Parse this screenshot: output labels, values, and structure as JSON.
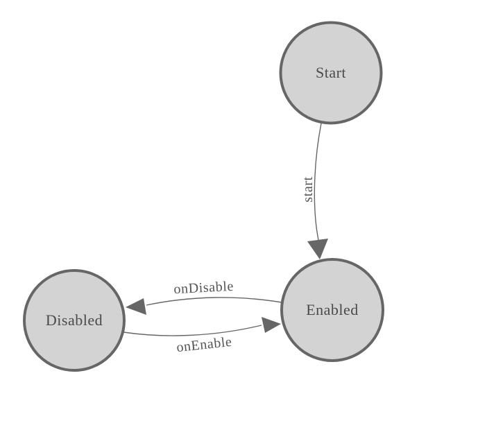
{
  "diagram": {
    "type": "state-machine",
    "background": "#ffffff",
    "colors": {
      "node_fill": "#d3d3d3",
      "node_stroke": "#666666",
      "node_text": "#4a4a4a",
      "edge_stroke": "#666666",
      "arrowhead_fill": "#666666",
      "edge_text": "#555555"
    },
    "nodes": [
      {
        "id": "start",
        "label": "Start"
      },
      {
        "id": "enabled",
        "label": "Enabled"
      },
      {
        "id": "disabled",
        "label": "Disabled"
      }
    ],
    "edges": [
      {
        "id": "start-to-enabled",
        "label": "start",
        "from": "Start",
        "to": "Enabled"
      },
      {
        "id": "enabled-to-disabled",
        "label": "onDisable",
        "from": "Enabled",
        "to": "Disabled"
      },
      {
        "id": "disabled-to-enabled",
        "label": "onEnable",
        "from": "Disabled",
        "to": "Enabled"
      }
    ]
  }
}
